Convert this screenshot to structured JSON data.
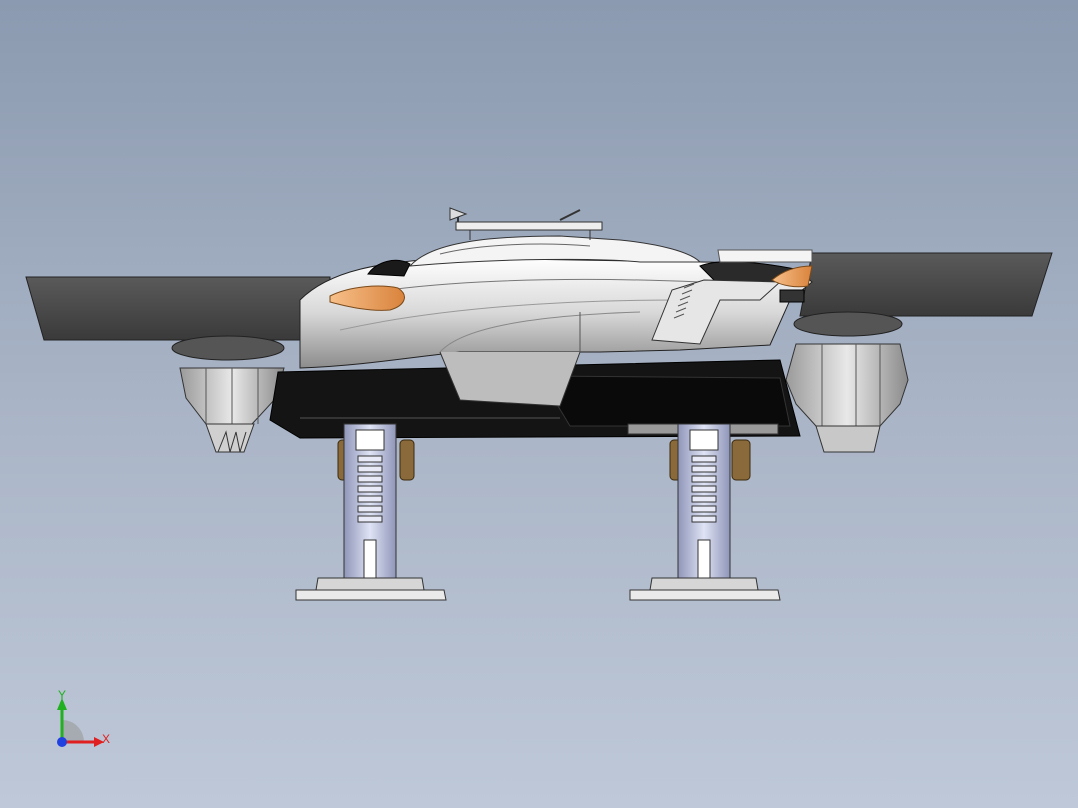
{
  "viewport": {
    "background_top": "#8b9ab0",
    "background_bottom": "#bec8d8"
  },
  "model": {
    "icon": "hover-vehicle-model",
    "colors": {
      "fin": "#4a4a4a",
      "body_light": "#e6e6e6",
      "body_dark": "#111111",
      "accent_orange": "#f0a060",
      "leg_blue": "#c9cfe8",
      "bolt_bronze": "#8a6a3a"
    }
  },
  "triad": {
    "x_label": "X",
    "y_label": "Y",
    "x_color": "#e02020",
    "y_color": "#20b020",
    "z_color": "#2040e0"
  }
}
